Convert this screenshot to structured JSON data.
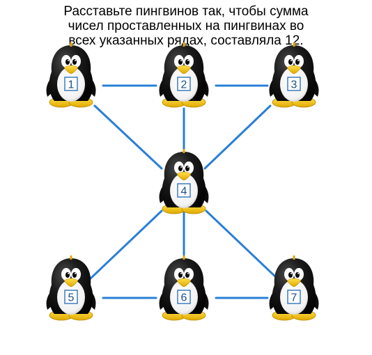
{
  "instructions": {
    "lines": [
      "Расставьте пингвинов так, чтобы сумма",
      "чисел проставленных на пингвинах во",
      "всех указанных рядах, составляла 12."
    ]
  },
  "puzzle": {
    "target_sum": 12,
    "line_color": "#2a7fd6",
    "penguins": [
      {
        "id": "p1",
        "number": "1"
      },
      {
        "id": "p2",
        "number": "2"
      },
      {
        "id": "p3",
        "number": "3"
      },
      {
        "id": "p4",
        "number": "4"
      },
      {
        "id": "p5",
        "number": "5"
      },
      {
        "id": "p6",
        "number": "6"
      },
      {
        "id": "p7",
        "number": "7"
      }
    ],
    "rows": [
      [
        "p1",
        "p2",
        "p3"
      ],
      [
        "p5",
        "p6",
        "p7"
      ],
      [
        "p1",
        "p4",
        "p7"
      ],
      [
        "p3",
        "p4",
        "p5"
      ],
      [
        "p2",
        "p4",
        "p6"
      ]
    ]
  },
  "colors": {
    "penguin_body": "#141414",
    "penguin_belly": "#ffffff",
    "beak_feet": "#f2c318",
    "number_box_border": "#3e7cc0",
    "number_text": "#1c4e86"
  }
}
